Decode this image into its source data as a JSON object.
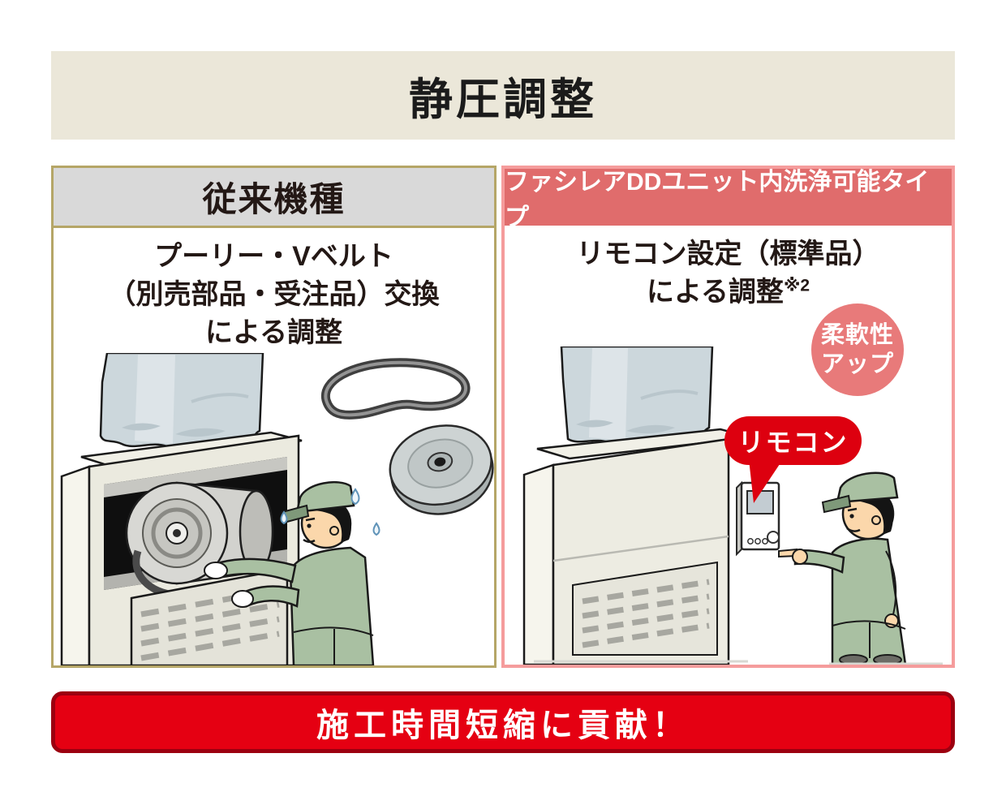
{
  "page": {
    "title": "静圧調整",
    "banner": "施工時間短縮に貢献！"
  },
  "left_panel": {
    "header": "従来機種",
    "line1": "プーリー・Vベルト",
    "line2": "（別売部品・受注品）交換",
    "line3": "による調整"
  },
  "right_panel": {
    "header": "ファシレアDDユニット内洗浄可能タイプ",
    "line1": "リモコン設定（標準品）",
    "line2": "による調整",
    "note": "※2",
    "badge_line1": "柔軟性",
    "badge_line2": "アップ",
    "bubble": "リモコン"
  },
  "icons": {
    "left_illustration": "worker-replacing-pulley-v-belt",
    "right_illustration": "worker-adjusting-with-remote-control",
    "parts": [
      "duct-icon",
      "hvac-unit-icon",
      "v-belt-icon",
      "pulley-icon",
      "remote-control-icon",
      "worker-icon"
    ]
  },
  "colors": {
    "title_bg": "#ebe7d9",
    "left_panel_border": "#b5a667",
    "left_header_bg": "#d9d9d9",
    "right_panel_border": "#f59c9c",
    "right_header_bg": "#e06c6c",
    "badge_bg": "#e87a7a",
    "bubble_bg": "#dd000f",
    "banner_bg": "#e50012",
    "banner_border": "#9c0010",
    "text": "#231815"
  }
}
